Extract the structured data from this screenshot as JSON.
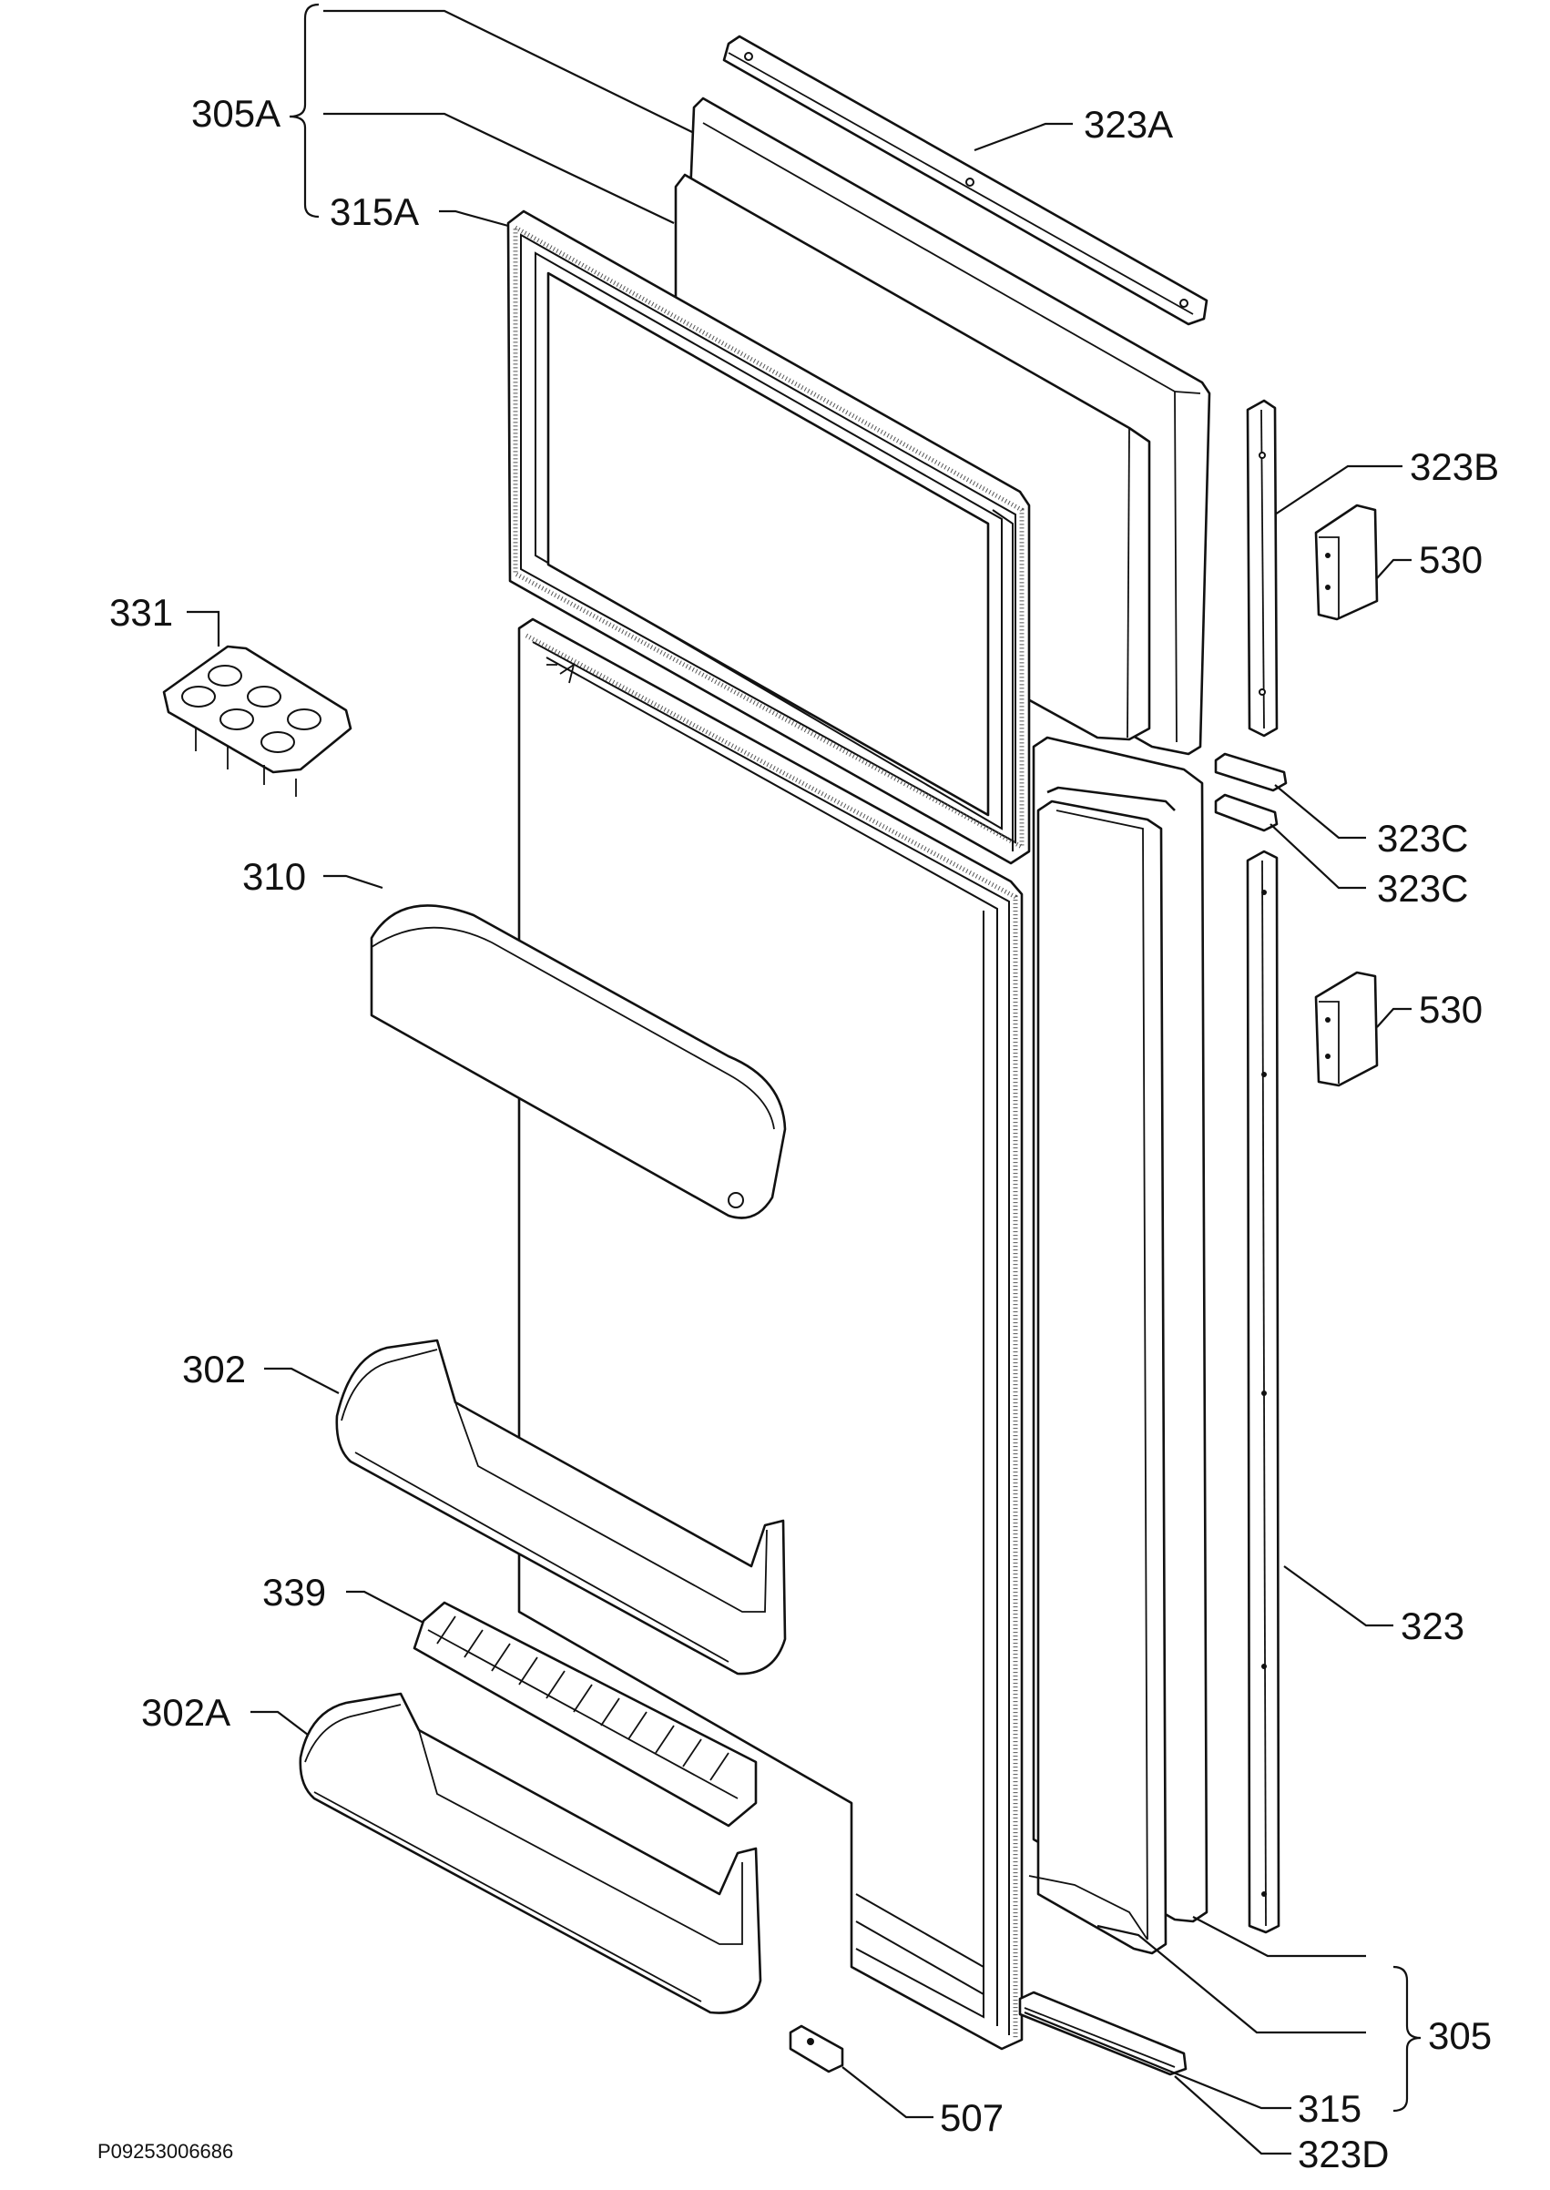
{
  "labels": {
    "l305a": "305A",
    "l315a": "315A",
    "l323a": "323A",
    "l323b": "323B",
    "l530a": "530",
    "l331": "331",
    "l323c1": "323C",
    "l323c2": "323C",
    "l310": "310",
    "l530b": "530",
    "l302": "302",
    "l339": "339",
    "l323": "323",
    "l302a": "302A",
    "l305": "305",
    "l315": "315",
    "l507": "507",
    "l323d": "323D"
  },
  "drawing_code": "P09253006686"
}
